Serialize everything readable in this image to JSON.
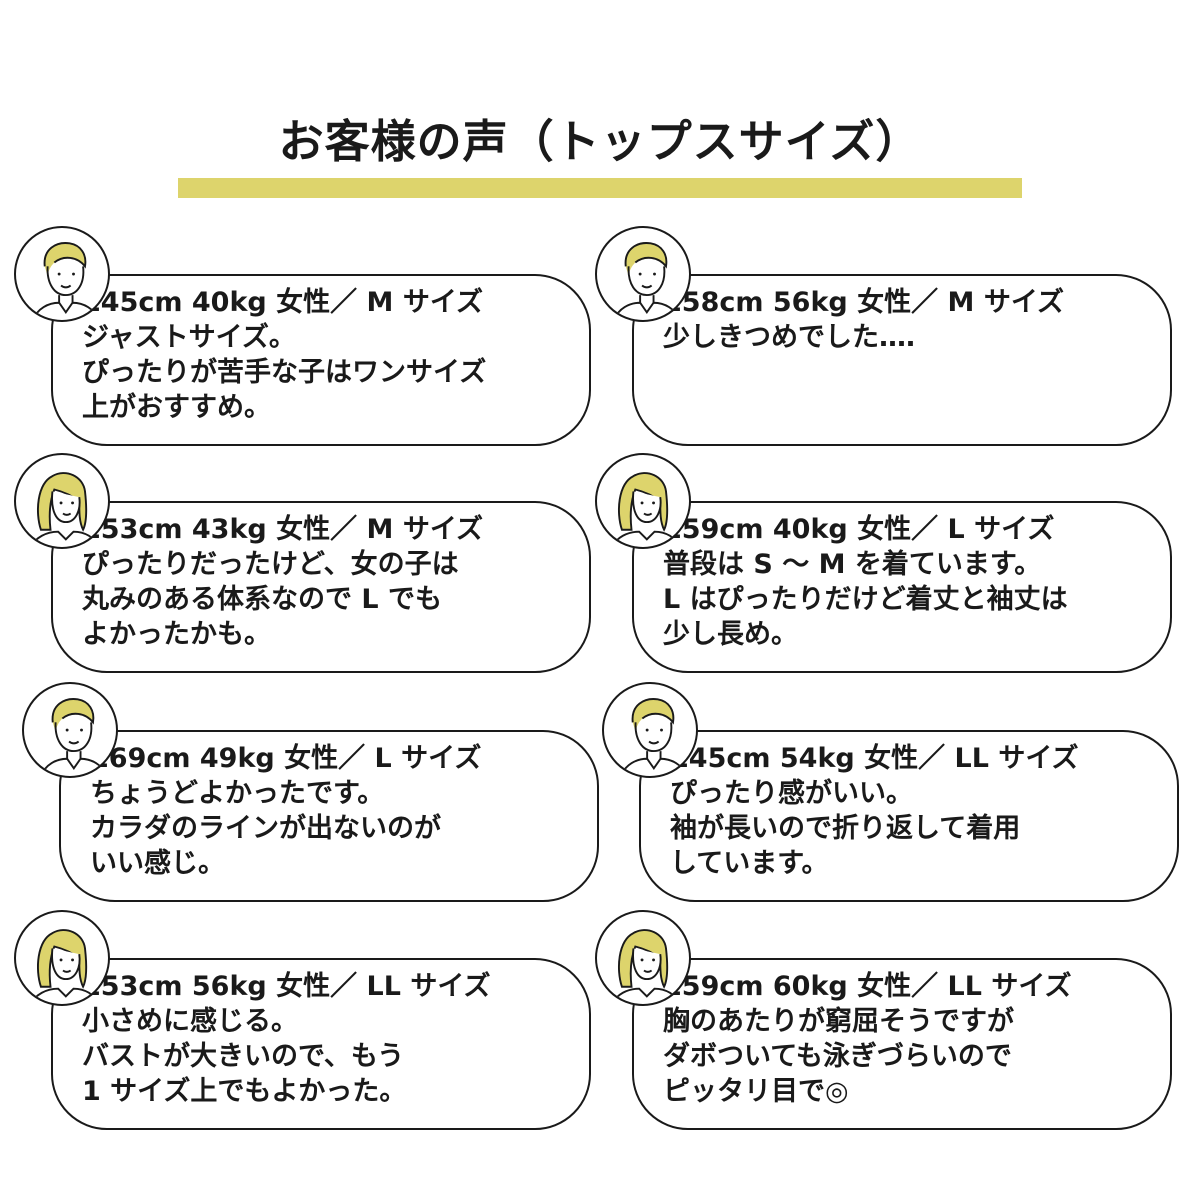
{
  "page": {
    "title": "お客様の声（トップスサイズ）",
    "accent_color": "#ddd46c"
  },
  "reviews": [
    {
      "avatar": "short-hair-person-icon",
      "stats": "145cm 40kg 女性／ M サイズ",
      "comment": "ジャストサイズ。\nぴったりが苦手な子はワンサイズ\n上がおすすめ。"
    },
    {
      "avatar": "short-hair-person-icon",
      "stats": "158cm 56kg 女性／ M サイズ",
      "comment": "少しきつめでした‥‥"
    },
    {
      "avatar": "long-hair-person-icon",
      "stats": "153cm 43kg 女性／ M サイズ",
      "comment": "ぴったりだったけど、女の子は\n丸みのある体系なので L でも\nよかったかも。"
    },
    {
      "avatar": "long-hair-person-icon",
      "stats": "159cm 40kg 女性／ L サイズ",
      "comment": "普段は S ～ M を着ています。\nL はぴったりだけど着丈と袖丈は\n少し長め。"
    },
    {
      "avatar": "short-hair-person-icon",
      "stats": "169cm 49kg 女性／ L サイズ",
      "comment": "ちょうどよかったです。\nカラダのラインが出ないのが\nいい感じ。"
    },
    {
      "avatar": "short-hair-person-icon",
      "stats": "145cm 54kg 女性／ LL サイズ",
      "comment": "ぴったり感がいい。\n袖が長いので折り返して着用\nしています。"
    },
    {
      "avatar": "long-hair-person-icon",
      "stats": "153cm 56kg 女性／ LL サイズ",
      "comment": "小さめに感じる。\nバストが大きいので、もう\n1 サイズ上でもよかった。"
    },
    {
      "avatar": "long-hair-person-icon",
      "stats": "159cm 60kg 女性／ LL サイズ",
      "comment": "胸のあたりが窮屈そうですが\nダボついても泳ぎづらいので\nピッタリ目で◎"
    }
  ]
}
